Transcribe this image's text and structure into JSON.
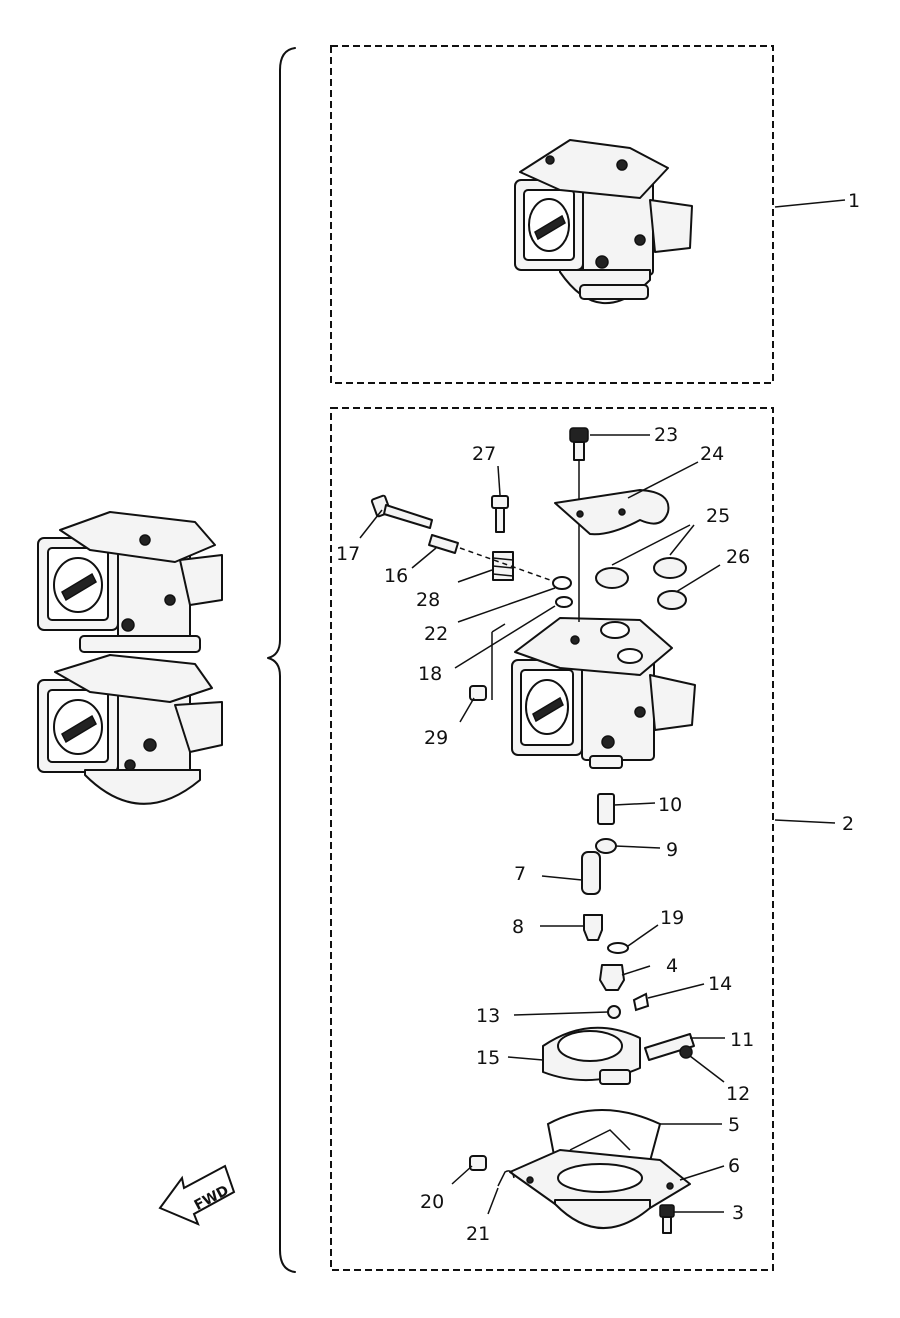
{
  "fwd_label": "FWD",
  "callouts": {
    "assy": "1",
    "kit": "2",
    "p3": "3",
    "p4": "4",
    "p5": "5",
    "p6": "6",
    "p7": "7",
    "p8": "8",
    "p9": "9",
    "p10": "10",
    "p11": "11",
    "p12": "12",
    "p13": "13",
    "p14": "14",
    "p15": "15",
    "p16": "16",
    "p17": "17",
    "p18": "18",
    "p19": "19",
    "p20": "20",
    "p21": "21",
    "p22": "22",
    "p23": "23",
    "p24": "24",
    "p25": "25",
    "p26": "26",
    "p27": "27",
    "p28": "28",
    "p29": "29"
  }
}
